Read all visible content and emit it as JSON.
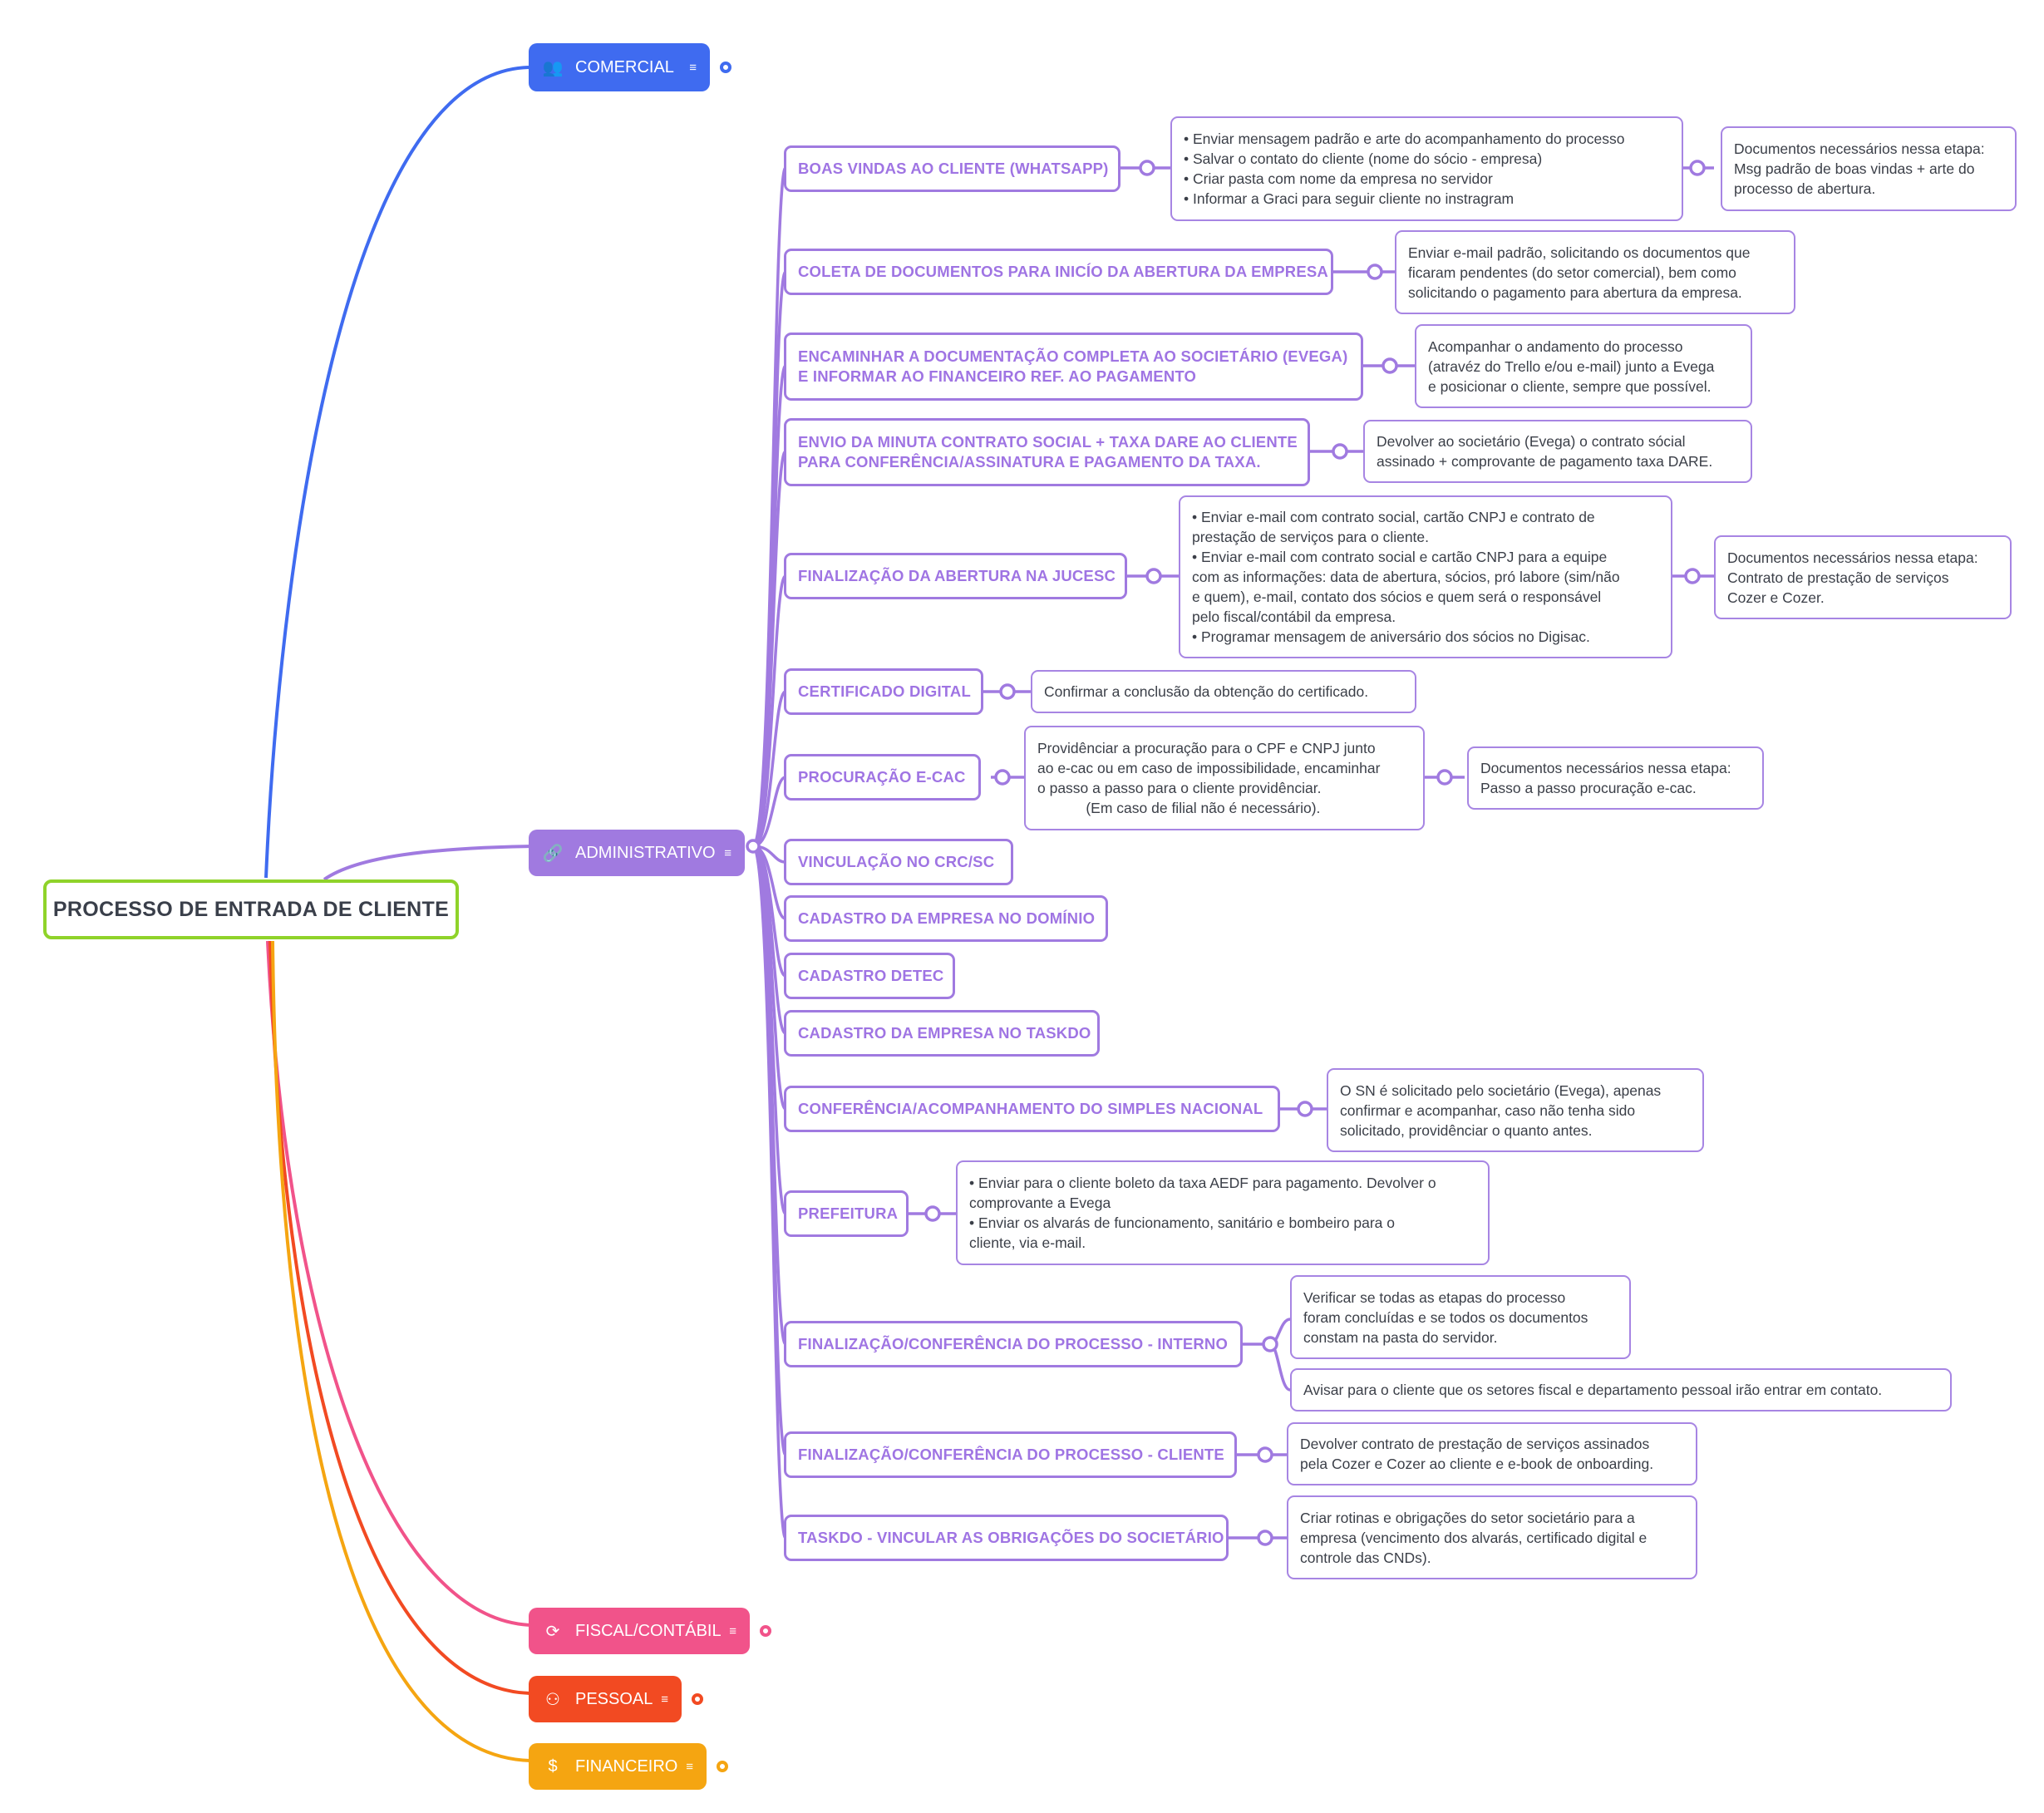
{
  "colors": {
    "root_border": "#8fd32a",
    "comercial": "#3f6bf0",
    "administrativo": "#a07ae0",
    "fiscal": "#f1538a",
    "pessoal": "#f24a22",
    "financeiro": "#f5a511"
  },
  "root": {
    "label": "PROCESSO DE ENTRADA DE CLIENTE"
  },
  "branches": {
    "comercial": {
      "label": "COMERCIAL",
      "icon": "people-icon"
    },
    "administrativo": {
      "label": "ADMINISTRATIVO",
      "icon": "paperclip-icon"
    },
    "fiscal": {
      "label": "FISCAL/CONTÁBIL",
      "icon": "chart-icon"
    },
    "pessoal": {
      "label": "PESSOAL",
      "icon": "group-icon"
    },
    "financeiro": {
      "label": "FINANCEIRO",
      "icon": "dollar-icon"
    }
  },
  "steps": {
    "s1": "BOAS VINDAS AO CLIENTE (WHATSAPP)",
    "s2": "COLETA DE DOCUMENTOS PARA INICÍO DA ABERTURA DA EMPRESA",
    "s3": "ENCAMINHAR A DOCUMENTAÇÃO COMPLETA AO SOCIETÁRIO (EVEGA)\nE INFORMAR AO FINANCEIRO REF. AO PAGAMENTO",
    "s4": "ENVIO DA MINUTA CONTRATO SOCIAL + TAXA DARE AO CLIENTE\nPARA CONFERÊNCIA/ASSINATURA E PAGAMENTO DA TAXA.",
    "s5": "FINALIZAÇÃO DA ABERTURA NA JUCESC",
    "s6": "CERTIFICADO DIGITAL",
    "s7": "PROCURAÇÃO E-CAC",
    "s8": "VINCULAÇÃO NO CRC/SC",
    "s9": "CADASTRO DA EMPRESA NO DOMÍNIO",
    "s10": "CADASTRO DETEC",
    "s11": "CADASTRO DA EMPRESA NO TASKDO",
    "s12": "CONFERÊNCIA/ACOMPANHAMENTO DO SIMPLES NACIONAL",
    "s13": "PREFEITURA",
    "s14": "FINALIZAÇÃO/CONFERÊNCIA DO PROCESSO - INTERNO",
    "s15": "FINALIZAÇÃO/CONFERÊNCIA DO PROCESSO - CLIENTE",
    "s16": "TASKDO - VINCULAR AS OBRIGAÇÕES DO SOCIETÁRIO"
  },
  "notes": {
    "n1": "• Enviar mensagem padrão e arte do acompanhamento do processo\n• Salvar o contato do cliente (nome do sócio - empresa)\n• Criar pasta com nome da empresa no servidor\n• Informar a Graci para seguir cliente no instragram",
    "n1b": "Documentos necessários nessa etapa:\nMsg padrão de boas vindas + arte do\nprocesso de abertura.",
    "n2": "Enviar e-mail padrão, solicitando os documentos que\nficaram pendentes (do setor comercial), bem como\nsolicitando o pagamento para abertura da empresa.",
    "n3": "Acompanhar o andamento do processo\n(atravéz do Trello e/ou e-mail) junto a Evega\ne posicionar o cliente, sempre que possível.",
    "n4": "Devolver ao societário (Evega) o contrato sócial\nassinado + comprovante de pagamento taxa DARE.",
    "n5": "• Enviar e-mail com contrato social, cartão CNPJ e contrato de\nprestação de serviços para o cliente.\n• Enviar e-mail com contrato social e cartão CNPJ para a equipe\ncom as informações: data de abertura, sócios, pró labore (sim/não\ne quem), e-mail, contato dos sócios e quem será o responsável\npelo fiscal/contábil da empresa.\n• Programar mensagem de aniversário dos sócios no Digisac.",
    "n5b": "Documentos necessários nessa etapa:\nContrato de prestação de serviços\nCozer e Cozer.",
    "n6": "Confirmar a conclusão da obtenção do certificado.",
    "n7": "Providênciar a procuração para o CPF e CNPJ junto\nao e-cac ou em caso de impossibilidade, encaminhar\no passo a passo para o cliente providênciar.\n            (Em caso de filial não é necessário).",
    "n7b": "Documentos necessários nessa etapa:\nPasso a passo procuração e-cac.",
    "n12": "O SN é solicitado pelo societário (Evega), apenas\nconfirmar e acompanhar, caso não tenha sido\nsolicitado, providênciar o quanto antes.",
    "n13": "• Enviar para o cliente boleto da taxa AEDF para pagamento. Devolver o\ncomprovante a Evega\n• Enviar os alvarás de funcionamento, sanitário e bombeiro para o\ncliente, via e-mail.",
    "n14a": "Verificar se todas as etapas do processo\nforam concluídas e se todos os documentos\nconstam na pasta do servidor.",
    "n14b": "Avisar para o cliente que os setores fiscal e departamento pessoal irão entrar em contato.",
    "n15": "Devolver contrato de prestação de serviços assinados\npela Cozer e Cozer ao cliente e e-book de onboarding.",
    "n16": "Criar rotinas e obrigações do setor societário para a\nempresa (vencimento dos alvarás, certificado digital e\ncontrole das CNDs)."
  }
}
